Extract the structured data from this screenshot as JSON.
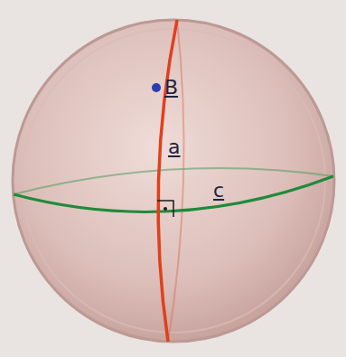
{
  "diagram": {
    "labels": [
      "B",
      "a",
      "c"
    ]
  }
}
